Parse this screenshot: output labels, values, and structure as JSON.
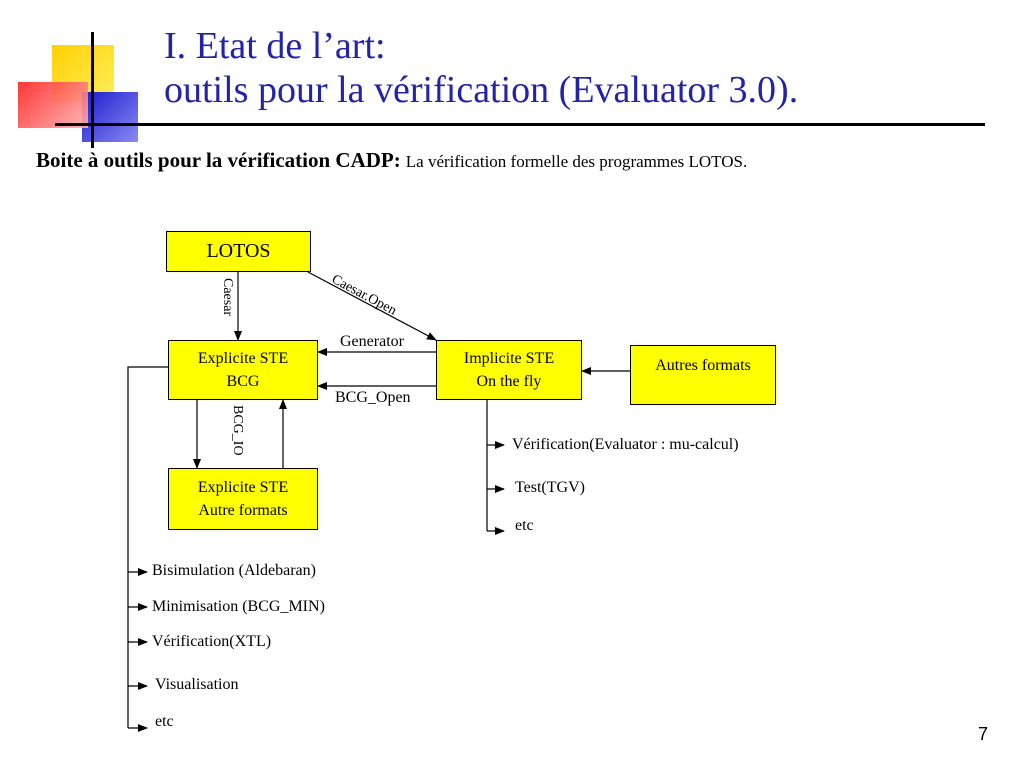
{
  "slide": {
    "title_line1": "I. Etat de l’art:",
    "title_line2": "outils pour la vérification (Evaluator 3.0).",
    "subtitle_bold": "Boite à outils pour la vérification CADP:",
    "subtitle_rest": "La vérification formelle des programmes LOTOS.",
    "page_number": "7"
  },
  "diagram": {
    "boxes": {
      "lotos": "LOTOS",
      "explicite_bcg_line1": "Explicite STE",
      "explicite_bcg_line2": "BCG",
      "implicite_line1": "Implicite STE",
      "implicite_line2": "On the fly",
      "autres_formats": "Autres formats",
      "explicite_autre_line1": "Explicite STE",
      "explicite_autre_line2": "Autre formats"
    },
    "edges": {
      "caesar": "Caesar",
      "caesar_open": "Caesar.Open",
      "generator": "Generator",
      "bcg_open": "BCG_Open",
      "bcg_io": "BCG_IO"
    },
    "onthefly_outputs": [
      "Vérification(Evaluator : mu-calcul)",
      "Test(TGV)",
      "etc"
    ],
    "bcg_outputs": [
      "Bisimulation (Aldebaran)",
      "Minimisation (BCG_MIN)",
      "Vérification(XTL)",
      "Visualisation",
      "etc"
    ]
  },
  "colors": {
    "title": "#2323a8",
    "box_fill": "#ffff00",
    "deco_yellow": "#ffd400",
    "deco_red": "#ff2a2a",
    "deco_blue": "#2b2bd6"
  }
}
